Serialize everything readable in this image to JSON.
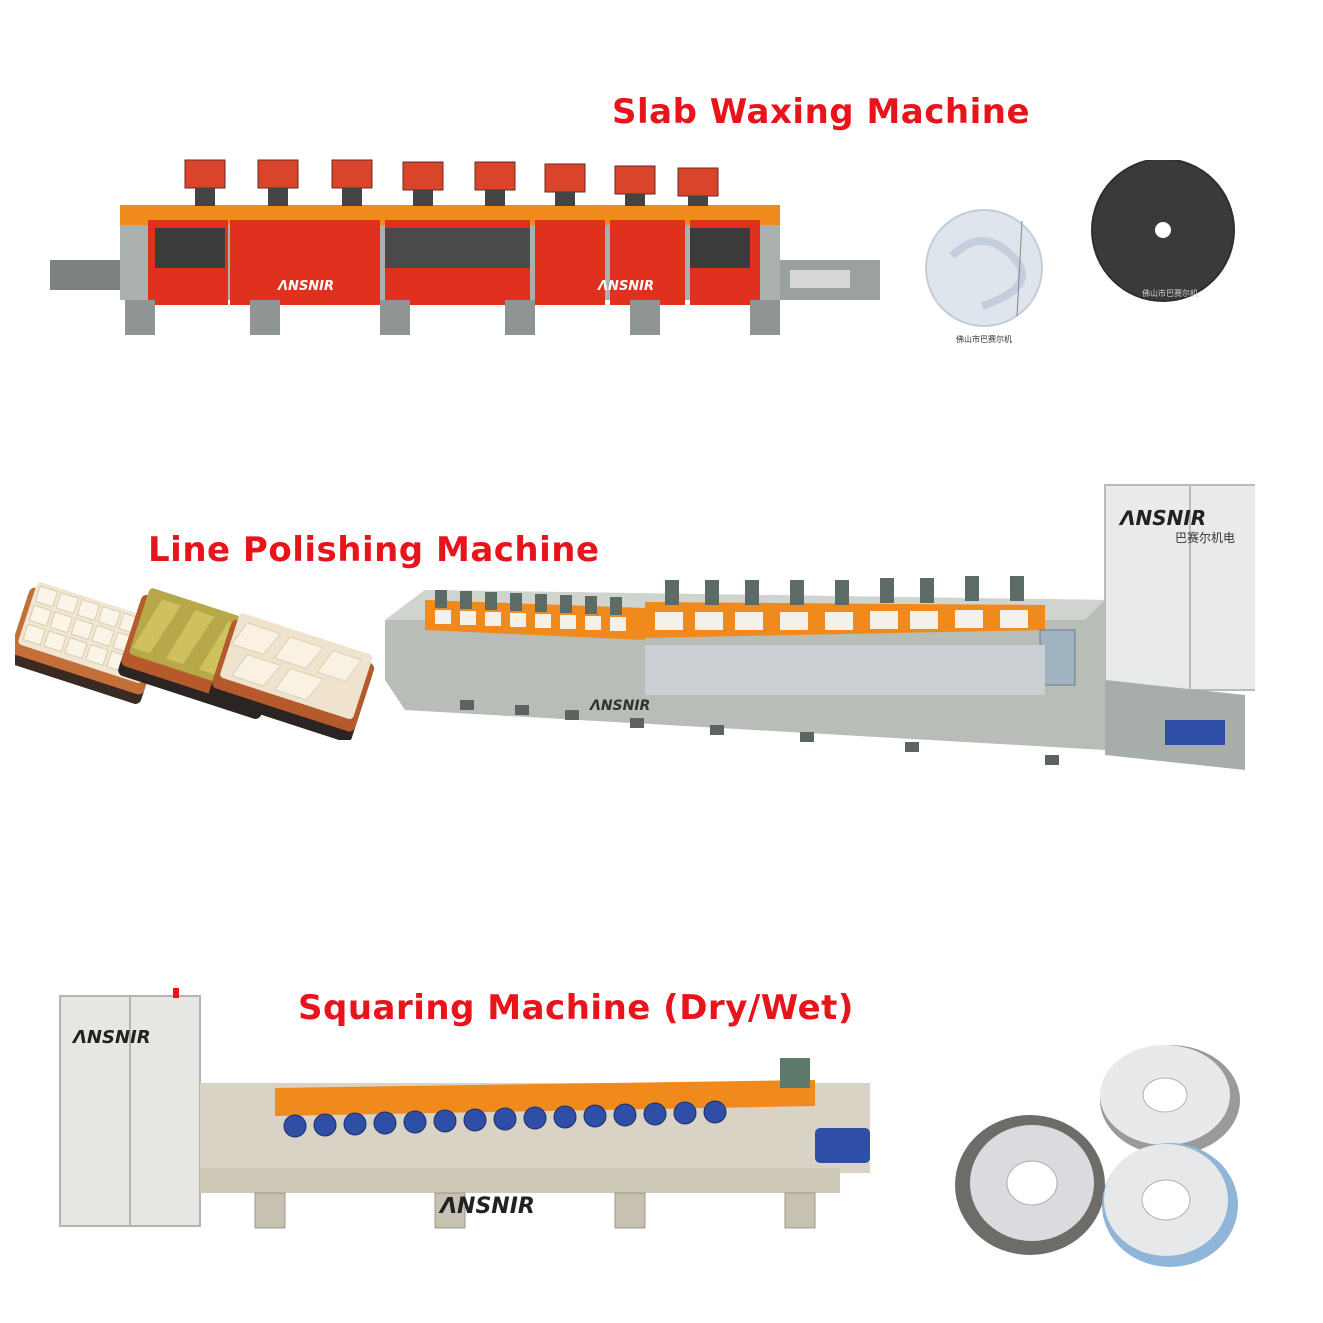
{
  "sections": [
    {
      "title": "Slab Waxing Machine",
      "brand": "ᐱNSNIR"
    },
    {
      "title": "Line Polishing Machine",
      "brand": "ᐱNSNIR",
      "cabinet_brand": "ᐱNSNIR",
      "cabinet_cn": "巴赛尔机电"
    },
    {
      "title": "Squaring Machine (Dry/Wet)",
      "brand": "ᐱNSNIR",
      "cabinet_brand": "ᐱNSNIR"
    }
  ],
  "pad_label": "佛山市巴赛尔机",
  "colors": {
    "title_red": "#e8141b",
    "machine_orange": "#f08a1d",
    "machine_red": "#e0301e",
    "machine_grey": "#a9b0ad",
    "motor_blue": "#2f4fa6"
  }
}
